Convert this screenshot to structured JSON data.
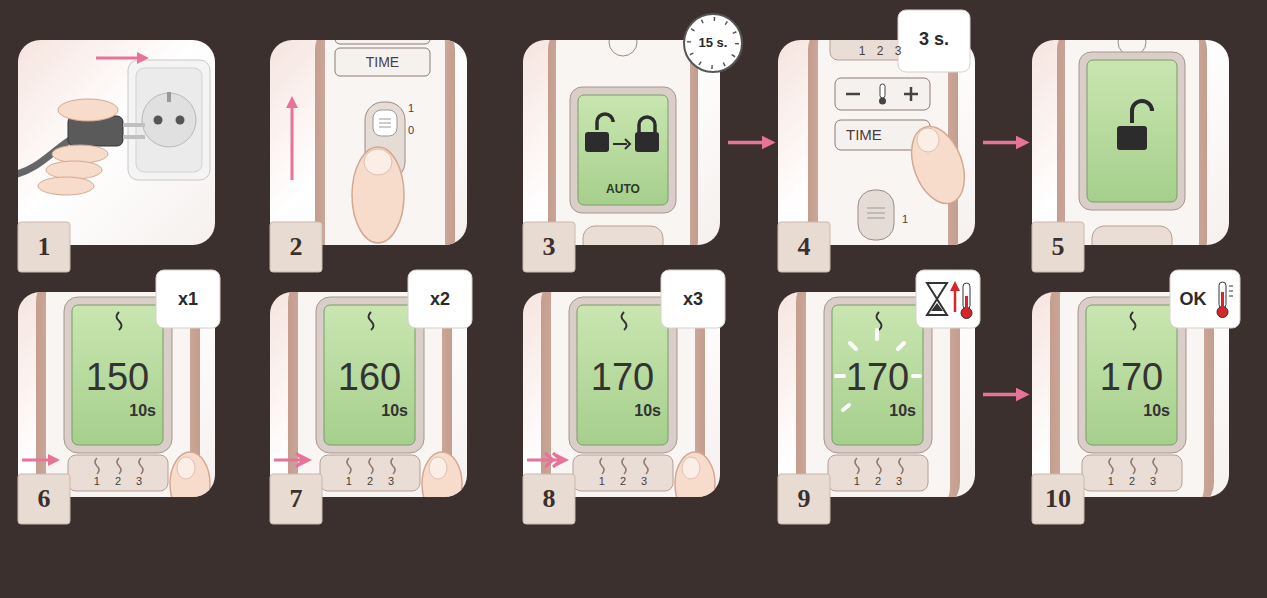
{
  "diagram": {
    "nodes": [
      {
        "text": [
          "1"
        ]
      },
      {
        "text": [
          "2"
        ]
      },
      {
        "text": [
          "3"
        ]
      },
      {
        "text": [
          "AUTO"
        ],
        "in": 2
      },
      {
        "text": [
          "15 s."
        ],
        "in": 2
      },
      {
        "text": [
          "4"
        ]
      },
      {
        "text": [
          "3 s."
        ],
        "in": 5
      },
      {
        "text": [
          "5"
        ]
      },
      {
        "text": [
          "6"
        ]
      },
      {
        "text": [
          "150",
          "10s"
        ],
        "in": 8
      },
      {
        "text": [
          "x1"
        ],
        "in": 8
      },
      {
        "text": [
          "7"
        ]
      },
      {
        "text": [
          "160",
          "10s"
        ],
        "in": 11
      },
      {
        "text": [
          "x2"
        ],
        "in": 11
      },
      {
        "text": [
          "8"
        ]
      },
      {
        "text": [
          "170",
          "10s"
        ],
        "in": 14
      },
      {
        "text": [
          "x3"
        ],
        "in": 14
      },
      {
        "text": [
          "9"
        ]
      },
      {
        "text": [
          "170",
          "10s"
        ],
        "in": 17
      },
      {
        "text": [
          "10"
        ]
      },
      {
        "text": [
          "170",
          "10s"
        ],
        "in": 19
      },
      {
        "text": [
          "OK"
        ],
        "in": 19
      }
    ],
    "edges": [
      {
        "from": 2,
        "to": 5,
        "arrow": "to"
      },
      {
        "from": 5,
        "to": 7,
        "arrow": "to"
      },
      {
        "from": 17,
        "to": 19,
        "arrow": "to"
      }
    ],
    "labels": [
      "TIME",
      "1",
      "0",
      "1 2 3",
      "TIME",
      "1",
      "1 2 3",
      "1 2 3",
      "1 2 3",
      "1 2 3",
      "1 2 3"
    ]
  }
}
